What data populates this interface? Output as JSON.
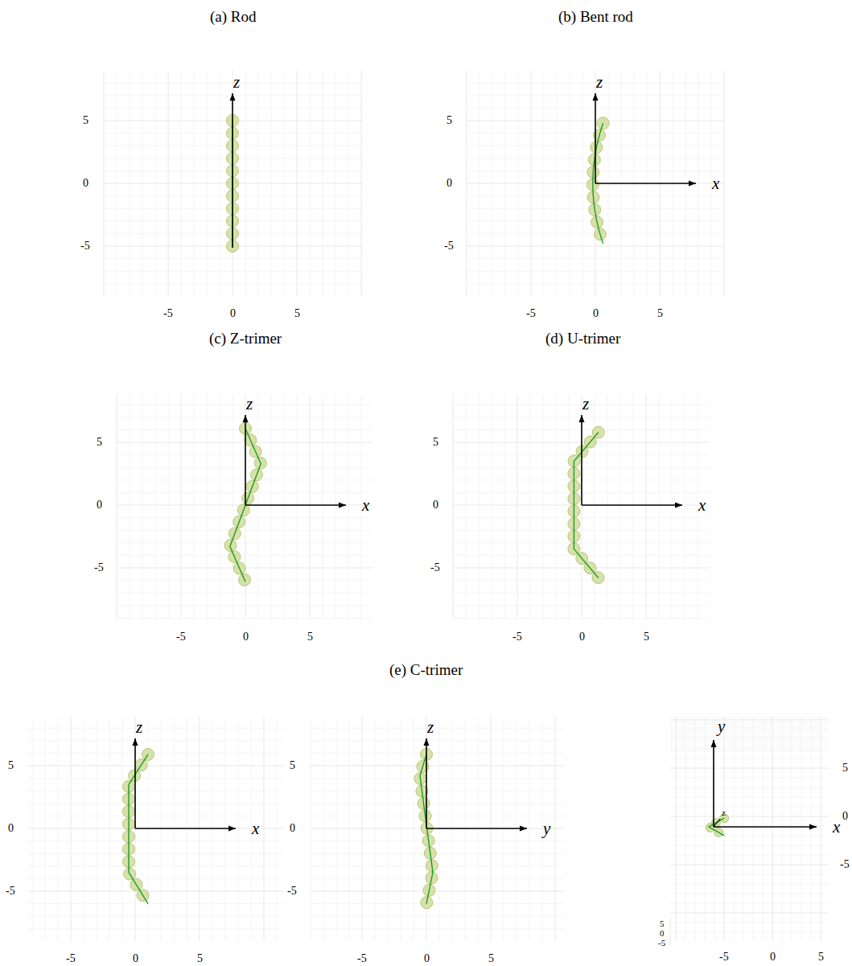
{
  "diagram": {
    "labels": [
      "(a) Rod",
      "(b) Bent rod",
      "(c) Z-trimer",
      "(d) U-trimer",
      "(e) C-trimer",
      "z",
      "5",
      "0",
      "-5",
      "-5",
      "0",
      "5",
      "z",
      "x",
      "5",
      "0",
      "-5",
      "-5",
      "0",
      "5",
      "z",
      "x",
      "5",
      "0",
      "-5",
      "-5",
      "0",
      "5",
      "z",
      "x",
      "5",
      "0",
      "-5",
      "-5",
      "0",
      "5",
      "z",
      "x",
      "5",
      "0",
      "-5",
      "-5",
      "0",
      "5",
      "z",
      "y",
      "5",
      "0",
      "-5",
      "-5",
      "0",
      "5",
      "y",
      "x",
      "z",
      "5",
      "0",
      "-5",
      "-5",
      "0",
      "5",
      "5",
      "0",
      "-5"
    ]
  }
}
